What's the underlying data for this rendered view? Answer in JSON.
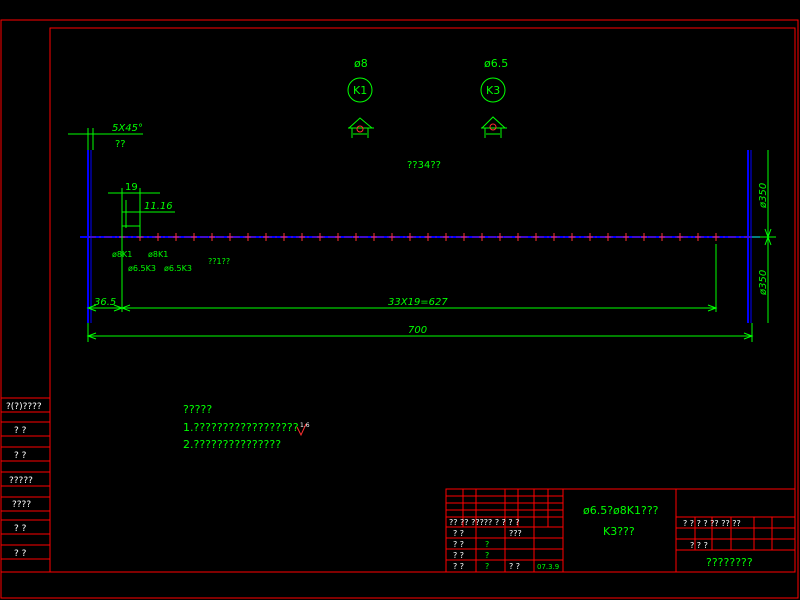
{
  "colors": {
    "frame": "#ff0000",
    "dim": "#00ff00",
    "axis": "#0000ff",
    "text": "#ffffff",
    "mark": "#ff3030"
  },
  "markers": [
    {
      "dia": "ø8",
      "code": "K1"
    },
    {
      "dia": "ø6.5",
      "code": "K3"
    }
  ],
  "center_note": "??34??",
  "dims": {
    "chamfer": "5X45°",
    "chamfer_sub": "??",
    "d19": "19",
    "d1116": "11.16",
    "d365": "36.5",
    "pitch": "33X19=627",
    "total": "700",
    "dia_top": "ø350",
    "dia_bot": "ø350"
  },
  "hole_labels": {
    "l1": "ø8K1",
    "l2": "ø8K1",
    "l3": "ø6.5K3",
    "l4": "ø6.5K3",
    "l5": "??1??"
  },
  "notes": {
    "title": "?????",
    "line1": "1.??????????????????",
    "rough": "1.6",
    "line2": "2.???????????????"
  },
  "side_labels": [
    "?(?)????",
    "?  ?",
    "?  ?",
    "?????",
    "????",
    "?  ?",
    "?  ?"
  ],
  "title_block": {
    "drawing_title": "ø6.5?ø8K1???",
    "drawing_sub": "K3???",
    "name": "????????",
    "row1": "?? ?? ????? ? ? ? ?",
    "row2": "?  ?",
    "row2b": "???",
    "row3": "?  ?",
    "row4": "?  ?",
    "row5": "?  ?",
    "row5b": "?  ?",
    "date": "07.3.9",
    "mid_col": [
      "?",
      "?",
      "?"
    ],
    "right_row": "?  ?  ?  ?  ??  ??  ??",
    "right_row2": "?        ?        ?"
  }
}
